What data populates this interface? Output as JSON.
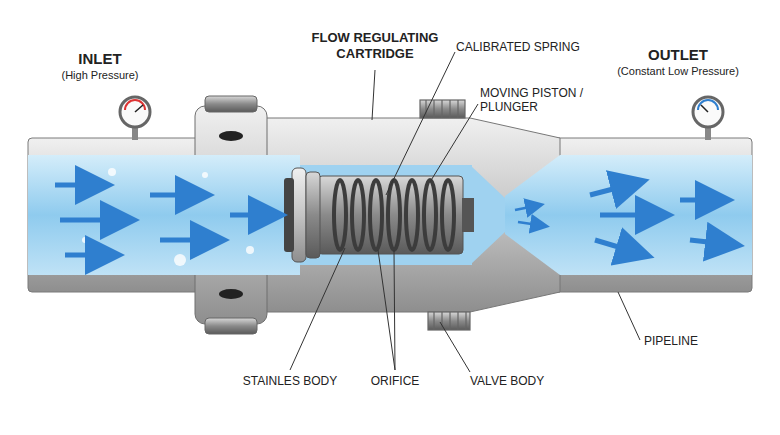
{
  "diagram": {
    "labels": [
      "INLET",
      "(High Pressure)",
      "FLOW REGULATING CARTRIDGE",
      "CALIBRATED SPRING",
      "MOVING PISTON / PLUNGER",
      "OUTLET",
      "(Constant Low Pressure)",
      "PIPELINE",
      "STAINLES BODY",
      "ORIFICE",
      "VALVE BODY"
    ]
  }
}
